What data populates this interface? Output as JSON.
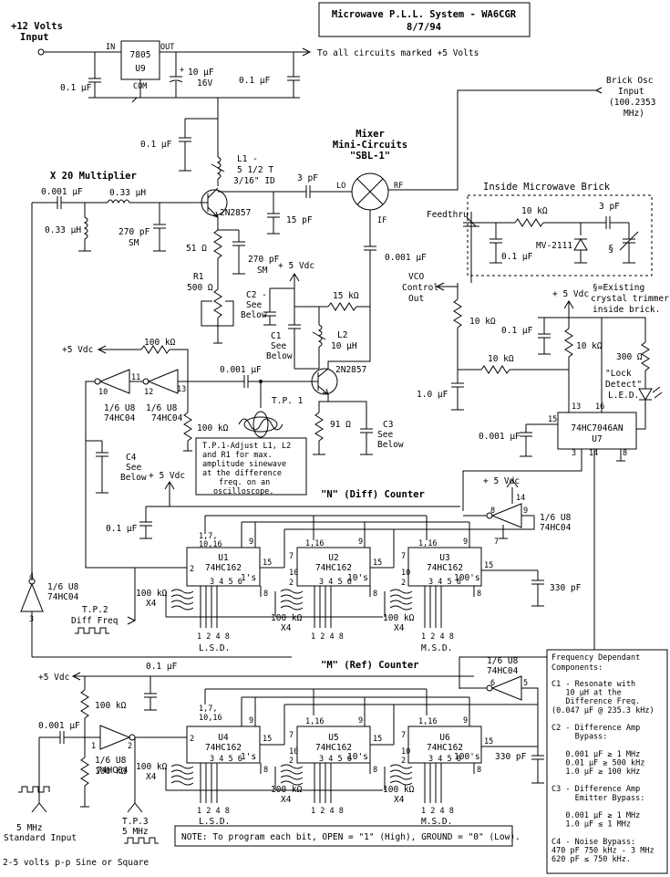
{
  "title": {
    "line1": "Microwave P.L.L. System - WA6CGR",
    "line2": "8/7/94"
  },
  "power": {
    "input_label_1": "+12 Volts",
    "input_label_2": "Input",
    "reg_part": "7805",
    "reg_ref": "U9",
    "reg_in": "IN",
    "reg_out": "OUT",
    "reg_com": "COM",
    "c_in": "0.1 µF",
    "c_tant_1": "10 µF",
    "c_tant_2": "16V",
    "c_out": "0.1 µF",
    "rail_note": "To all circuits marked +5 Volts"
  },
  "brick_input": {
    "line1": "Brick Osc",
    "line2": "Input",
    "line3": "(100.2353",
    "line4": "MHz)"
  },
  "multiplier": {
    "title": "X 20 Multiplier",
    "c_bypass": "0.1 µF",
    "l1_1": "L1 -",
    "l1_2": "5 1/2 T",
    "l1_3": "3/16\" ID",
    "c_in": "0.001 µF",
    "l_series": "0.33 µH",
    "l_shunt": "0.33 µH",
    "c_shunt_1": "270 pF",
    "c_shunt_2": "SM",
    "transistor": "2N2857",
    "r_emitter": "51 Ω",
    "c_emitter_1": "270 pF",
    "c_emitter_2": "SM",
    "r1_1": "R1",
    "r1_2": "500 Ω",
    "c_couple": "3 pF",
    "c_lo": "15 pF"
  },
  "mixer": {
    "line1": "Mixer",
    "line2": "Mini-Circuits",
    "line3": "\"SBL-1\"",
    "lo": "LO",
    "rf": "RF",
    "if": "IF",
    "c_if": "0.001 µF"
  },
  "brick": {
    "title": "Inside Microwave Brick",
    "feedthru": "Feedthru",
    "r_series": "10 kΩ",
    "c_top": "3 pF",
    "c_bypass": "0.1 µF",
    "varactor": "MV-2111",
    "note_1": "§=Existing",
    "note_2": "crystal trimmer",
    "note_3": "inside brick.",
    "section": "§"
  },
  "vco": {
    "label_1": "VCO",
    "label_2": "Control",
    "label_3": "Out",
    "r_vertical": "10 kΩ",
    "r_horiz": "10 kΩ",
    "c_loop": "1.0 µF",
    "plus5": "+ 5 Vdc",
    "c_bypass": "0.1 µF",
    "r_pullup": "10 kΩ",
    "r_led": "300 Ω",
    "led_1": "\"Lock",
    "led_2": "Detect\"",
    "led_3": "L.E.D.",
    "pll_c": "0.001 µF",
    "pll_part": "74HC7046AN",
    "pll_ref": "U7",
    "pin13": "13",
    "pin16": "16",
    "pin15": "15",
    "pin3": "3",
    "pin14": "14",
    "pin8": "8"
  },
  "diffamp": {
    "plus5": "+ 5 Vdc",
    "c2_1": "C2 -",
    "c2_2": "See",
    "c2_3": "Below",
    "r_col": "15 kΩ",
    "c1_1": "C1",
    "c1_2": "See",
    "c1_3": "Below",
    "l2_1": "L2",
    "l2_2": "10 µH",
    "transistor": "2N2857",
    "r_em": "91 Ω",
    "c3_1": "C3",
    "c3_2": "See",
    "c3_3": "Below",
    "c_couple": "0.001 µF",
    "tp": "T.P. 1",
    "tp_note": [
      "T.P.1-Adjust L1, L2",
      "and R1 for max.",
      "amplitude sinewave",
      "at the difference",
      "freq. on an",
      "oscilloscope."
    ]
  },
  "buffer": {
    "plus5": "+5 Vdc",
    "r_fb": "100 kΩ",
    "r_bias": "100 kΩ",
    "gate1_1": "1/6 U8",
    "gate1_2": "74HC04",
    "gate2_1": "1/6 U8",
    "gate2_2": "74HC04",
    "pin10": "10",
    "pin11": "11",
    "pin12": "12",
    "pin13": "13",
    "c4_1": "C4",
    "c4_2": "See",
    "c4_3": "Below",
    "plus5b": "+ 5 Vdc"
  },
  "n_counter": {
    "title": "\"N\" (Diff) Counter",
    "c_bypass": "0.1 µF",
    "chips": [
      {
        "ref": "U1",
        "part": "74HC162",
        "digit": "1's"
      },
      {
        "ref": "U2",
        "part": "74HC162",
        "digit": "10's"
      },
      {
        "ref": "U3",
        "part": "74HC162",
        "digit": "100's"
      }
    ],
    "res": "100 kΩ",
    "x4": "X4",
    "lsd": "L.S.D.",
    "msd": "M.S.D.",
    "bits": "1 2 4 8",
    "c_out": "330 pF",
    "gate_1": "1/6 U8",
    "gate_2": "74HC04",
    "plus5": "+ 5 Vdc",
    "tp": "T.P.2",
    "tp2": "Diff Freq"
  },
  "m_counter": {
    "title": "\"M\" (Ref) Counter",
    "c_bypass": "0.1 µF",
    "chips": [
      {
        "ref": "U4",
        "part": "74HC162",
        "digit": "1's"
      },
      {
        "ref": "U5",
        "part": "74HC162",
        "digit": "10's"
      },
      {
        "ref": "U6",
        "part": "74HC162",
        "digit": "100's"
      }
    ],
    "res": "100 kΩ",
    "x4": "X4",
    "lsd": "L.S.D.",
    "msd": "M.S.D.",
    "bits": "1 2 4 8",
    "c_out": "330 pF",
    "gate_1": "1/6 U8",
    "gate_2": "74HC04",
    "plus5": "+5 Vdc"
  },
  "ref_input": {
    "c_in": "0.001 µF",
    "r_top": "100 kΩ",
    "r_bot": "100 kΩ",
    "gate_1": "1/6 U8",
    "gate_2": "74HC04",
    "label_1": "5 MHz",
    "label_2": "Standard Input",
    "label_3": "2-5 volts p-p Sine or Square",
    "tp_1": "T.P.3",
    "tp_2": "5 MHz",
    "buf_1": "1/6 U8",
    "buf_2": "74HC04"
  },
  "note": "NOTE: To program each bit, OPEN = \"1\" (High), GROUND = \"0\" (Low).",
  "table": {
    "heading_1": "Frequency Dependant",
    "heading_2": "Components:",
    "lines": [
      "C1 - Resonate with",
      "   10 µH at the",
      "   Difference Freq.",
      "(0.047 µF @ 235.3 kHz)",
      "",
      "C2 - Difference Amp",
      "     Bypass:",
      "",
      "   0.001 µF ≥ 1 MHz",
      "   0.01 µF ≥ 500 kHz",
      "   1.0 µF ≥ 100 kHz",
      "",
      "C3 - Difference Amp",
      "     Emitter Bypass:",
      "",
      "   0.001 µF ≥ 1 MHz",
      "   1.0 µF ≤ 1 MHz",
      "",
      "C4 - Noise Bypass:",
      "470 pF 750 kHz - 3 MHz",
      "620 pF ≤ 750 kHz."
    ]
  }
}
